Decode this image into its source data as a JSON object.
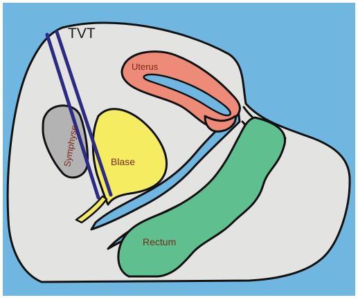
{
  "diagram": {
    "labels": {
      "tvt": "TVT",
      "uterus": "Uterus",
      "symphyse": "Symphyse",
      "blase": "Blase",
      "rectum": "Rectum"
    },
    "colors": {
      "background": "#6fb6e0",
      "body": "#e3e3e1",
      "outline": "#111111",
      "uterus": "#ee8a78",
      "symphyse": "#b3b3b3",
      "blase": "#f5ec62",
      "rectum": "#5fbf8f",
      "tvt_tape": "#2b2b86",
      "tvt_label": "#1a1a1a",
      "text": "#7a2a1a"
    }
  }
}
